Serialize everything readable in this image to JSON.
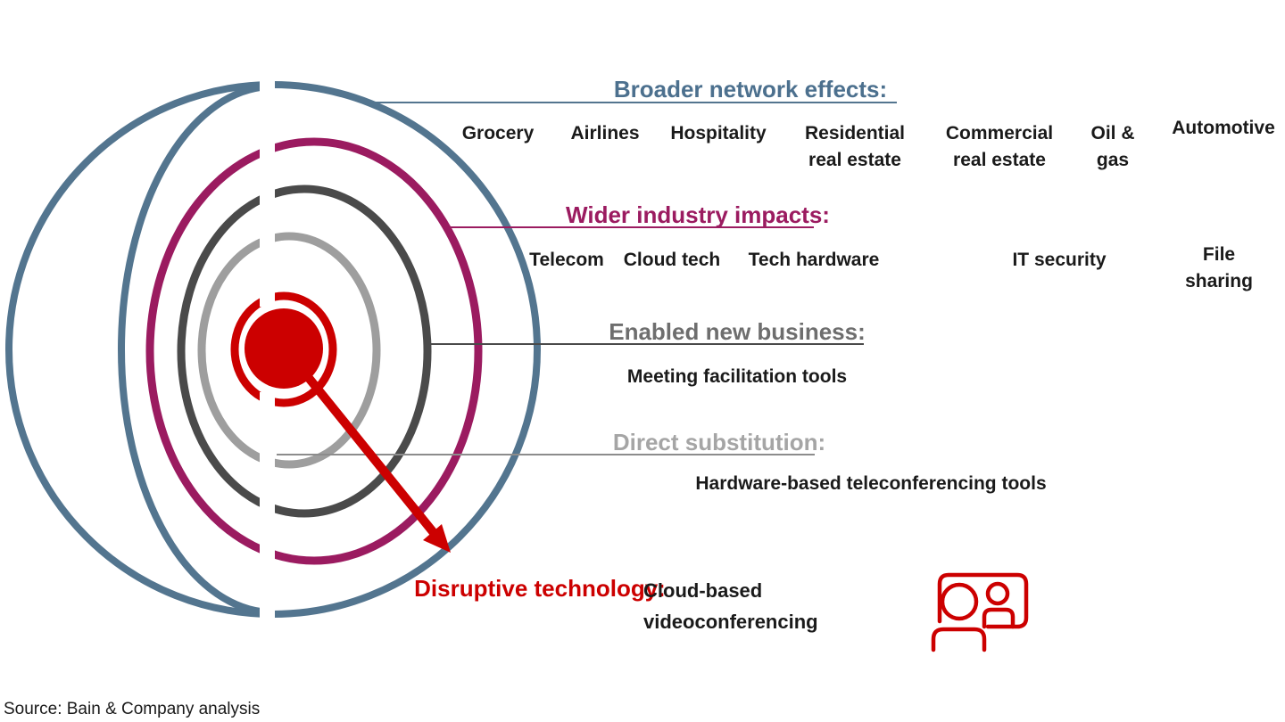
{
  "palette": {
    "blue": "#53758F",
    "purple": "#9B1B60",
    "dark_gray": "#4A4A4A",
    "light_gray": "#9E9E9E",
    "red": "#CC0000",
    "black": "#1A1A1A",
    "leader_gray": "#8C8C8C"
  },
  "layers": [
    {
      "id": "broader-network-effects",
      "label": "Broader network effects:",
      "color": "#53758F",
      "items": [
        "Grocery",
        "Airlines",
        "Hospitality",
        "Residential\nreal estate",
        "Commercial\nreal estate",
        "Oil &\ngas",
        "Automotive"
      ]
    },
    {
      "id": "wider-industry-impacts",
      "label": "Wider industry impacts:",
      "color": "#9B1B60",
      "items": [
        "Telecom",
        "Cloud tech",
        "Tech hardware",
        "IT security",
        "File sharing"
      ]
    },
    {
      "id": "enabled-new-business",
      "label": "Enabled new business:",
      "color": "#6E6E6E",
      "items": [
        "Meeting facilitation tools"
      ]
    },
    {
      "id": "direct-substitution",
      "label": "Direct substitution:",
      "color": "#A5A5A5",
      "items": [
        "Hardware-based teleconferencing tools"
      ]
    },
    {
      "id": "disruptive-technology",
      "label": "Disruptive technology:",
      "color": "#CC0000",
      "items": [
        "Cloud-based\nvideoconferencing"
      ]
    }
  ],
  "icon": {
    "name": "videoconference-people-icon",
    "color": "#CC0000"
  },
  "source": "Source: Bain & Company analysis"
}
